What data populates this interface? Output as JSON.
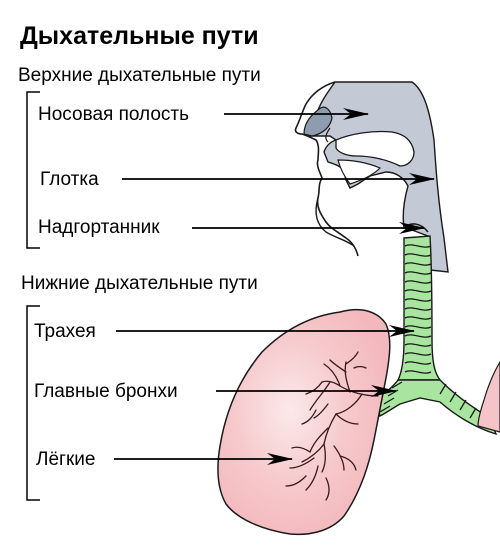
{
  "title": "Дыхательные пути",
  "upper_group": {
    "heading": "Верхние дыхательные пути",
    "items": [
      "Носовая полость",
      "Глотка",
      "Надгортанник"
    ]
  },
  "lower_group": {
    "heading": "Нижние дыхательные пути",
    "items": [
      "Трахея",
      "Главные бронхи",
      "Лёгкие"
    ]
  },
  "colors": {
    "upper_tract": "#c3cad6",
    "upper_tract_dark": "#8f9cb0",
    "airway": "#a8e6a0",
    "lung": "#f5c4c8",
    "lung_outline": "#3a1a1a",
    "outline": "#1a1a1a"
  }
}
